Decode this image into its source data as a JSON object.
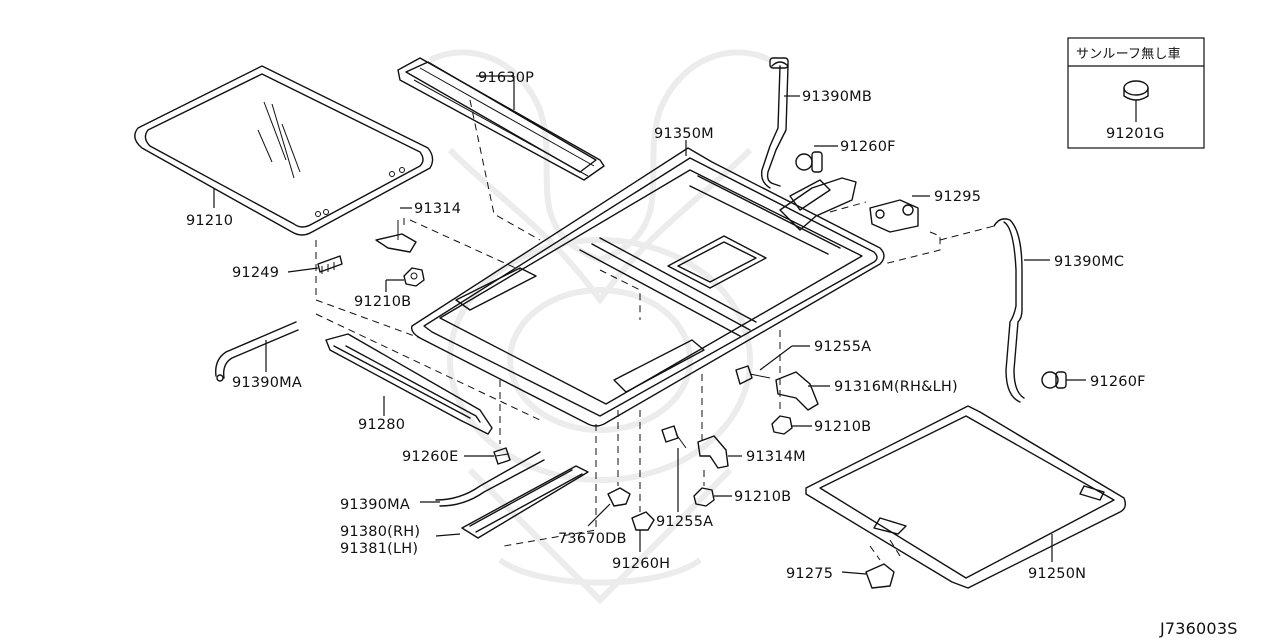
{
  "diagram_code": "J736003S",
  "inset": {
    "title": "サンルーフ無し車",
    "part": "91201G"
  },
  "parts": {
    "p91630P": "91630P",
    "p91390MB": "91390MB",
    "p91350M": "91350M",
    "p91260F_top": "91260F",
    "p91295": "91295",
    "p91210": "91210",
    "p91314_top": "91314",
    "p91249": "91249",
    "p91210B_left": "91210B",
    "p91390MC": "91390MC",
    "p91255A_top": "91255A",
    "p91316M": "91316M(RH&LH)",
    "p91260F_right": "91260F",
    "p91390MA_left": "91390MA",
    "p91280": "91280",
    "p91210B_mid": "91210B",
    "p91260E": "91260E",
    "p91314M": "91314M",
    "p91210B_low": "91210B",
    "p91390MA_low": "91390MA",
    "p91380RH": "91380(RH)",
    "p91381LH": "91381(LH)",
    "p73670DB": "73670DB",
    "p91255A_low": "91255A",
    "p91260H": "91260H",
    "p91275": "91275",
    "p91250N": "91250N"
  }
}
